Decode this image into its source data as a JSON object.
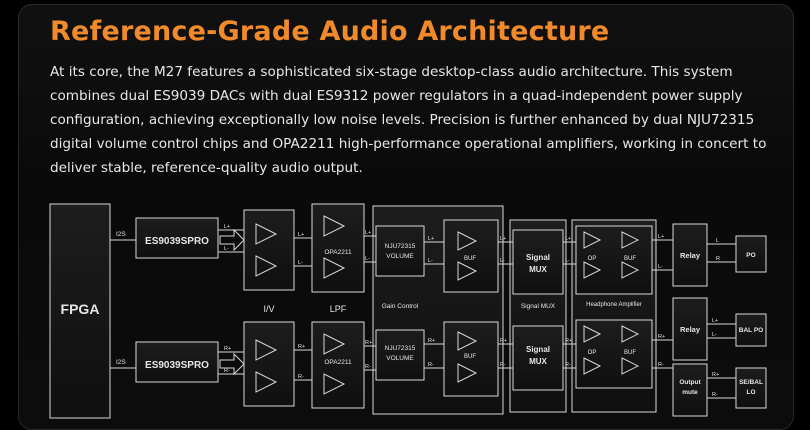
{
  "header": {
    "title": "Reference-Grade Audio Architecture",
    "description": "At its core, the M27 features a sophisticated six-stage desktop-class audio architecture. This system combines dual ES9039 DACs with dual ES9312 power regulators in a quad-independent power supply configuration, achieving exceptionally low noise levels. Precision is further enhanced by dual NJU72315 digital volume control chips and OPA2211 high-performance operational amplifiers, working in concert to deliver stable, reference-quality audio output."
  },
  "diagram": {
    "fpga": "FPGA",
    "i2s_top": "I2S",
    "i2s_bottom": "I2S",
    "dac_top": "ES9039SPRO",
    "dac_bottom": "ES9039SPRO",
    "iv_label": "I/V",
    "lpf_label": "LPF",
    "opa_top": "OPA2211",
    "opa_bottom": "OPA2211",
    "vol_top": [
      "NJU72315",
      "VOLUME"
    ],
    "vol_bottom": [
      "NJU72315",
      "VOLUME"
    ],
    "gain_control": "Gain Control",
    "buf": "BUF",
    "mux_top": [
      "Signal",
      "MUX"
    ],
    "mux_bottom": [
      "Signal",
      "MUX"
    ],
    "signal_mux_label": "Signal MUX",
    "op": "OP",
    "headphone_amp": "Headphone Amplifier",
    "relay_top": "Relay",
    "relay_bottom": "Relay",
    "output_mute": [
      "Output",
      "mute"
    ],
    "out_po": "PO",
    "out_bal_po": "BAL PO",
    "out_se_bal": [
      "SE/BAL",
      "LO"
    ],
    "sig": {
      "lp": "L+",
      "lm": "L-",
      "rp": "R+",
      "rm": "R-",
      "l": "L",
      "r": "R"
    }
  },
  "colors": {
    "accent": "#f08a2a",
    "text": "#e8e8e8",
    "block_fill": "#141414",
    "line": "#d8d8d8"
  }
}
